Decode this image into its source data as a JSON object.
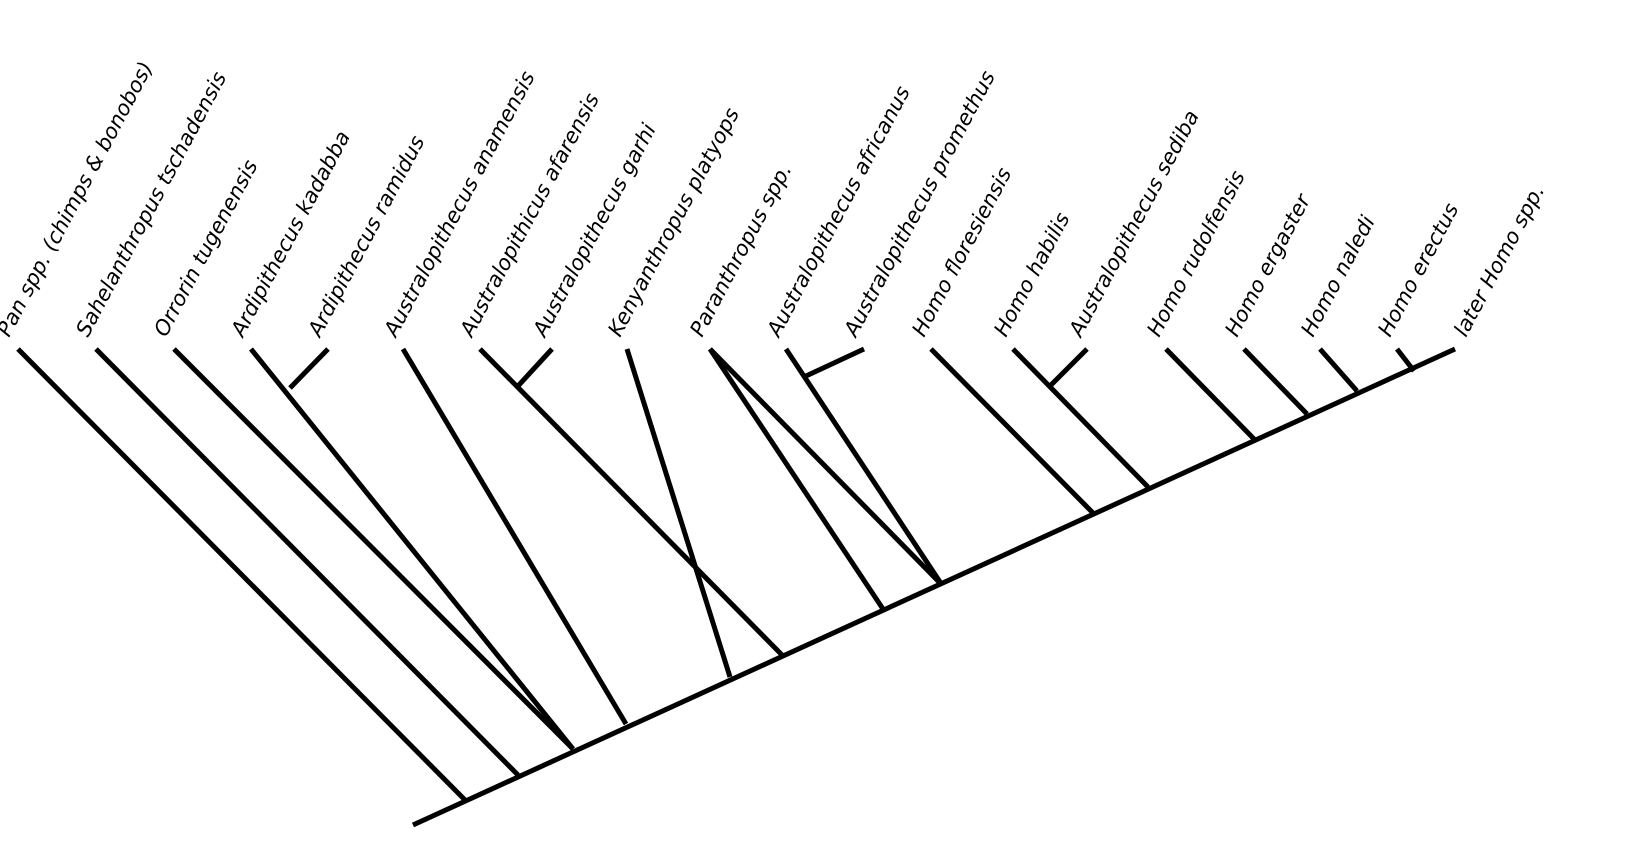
{
  "diagram": {
    "type": "cladogram",
    "taxa": [
      {
        "id": "pan",
        "label": "Pan spp. (chimps & bonobos)"
      },
      {
        "id": "sahelanthropus",
        "label": "Sahelanthropus tschadensis"
      },
      {
        "id": "orrorin",
        "label": "Orrorin tugenensis"
      },
      {
        "id": "ardi-kadabba",
        "label": "Ardipithecus kadabba"
      },
      {
        "id": "ardi-ramidus",
        "label": "Ardipithecus ramidus"
      },
      {
        "id": "au-anamensis",
        "label": "Australopithecus anamensis"
      },
      {
        "id": "au-afarensis",
        "label": "Australopithicus afarensis"
      },
      {
        "id": "au-garhi",
        "label": "Australopithecus garhi"
      },
      {
        "id": "kenyanthropus",
        "label": "Kenyanthropus platyops"
      },
      {
        "id": "paranthropus",
        "label": "Paranthropus spp."
      },
      {
        "id": "au-africanus",
        "label": "Australopithecus africanus"
      },
      {
        "id": "au-prometheus",
        "label": "Australopithecus promethus"
      },
      {
        "id": "homo-floresiensis",
        "label": "Homo floresiensis"
      },
      {
        "id": "homo-habilis",
        "label": "Homo habilis"
      },
      {
        "id": "au-sediba",
        "label": "Australopithecus sediba"
      },
      {
        "id": "homo-rudolfensis",
        "label": "Homo rudolfensis"
      },
      {
        "id": "homo-ergaster",
        "label": "Homo ergaster"
      },
      {
        "id": "homo-naledi",
        "label": "Homo naledi"
      },
      {
        "id": "homo-erectus",
        "label": "Homo erectus"
      },
      {
        "id": "later-homo",
        "label": "later Homo spp."
      }
    ],
    "line_color": "#000000"
  }
}
